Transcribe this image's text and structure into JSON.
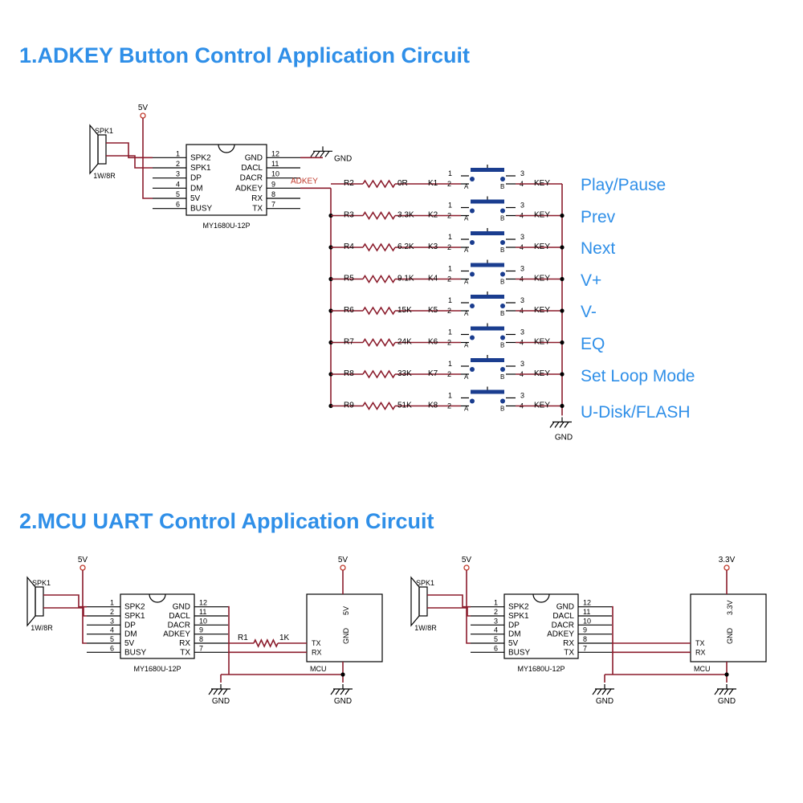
{
  "titles": {
    "section1": "1.ADKEY Button Control Application Circuit",
    "section2": "2.MCU UART Control Application Circuit"
  },
  "chip": {
    "name": "MY1680U-12P",
    "left_pins": [
      {
        "num": "1",
        "label": "SPK2"
      },
      {
        "num": "2",
        "label": "SPK1"
      },
      {
        "num": "3",
        "label": "DP"
      },
      {
        "num": "4",
        "label": "DM"
      },
      {
        "num": "5",
        "label": "5V"
      },
      {
        "num": "6",
        "label": "BUSY"
      }
    ],
    "right_pins": [
      {
        "num": "12",
        "label": "GND"
      },
      {
        "num": "11",
        "label": "DACL"
      },
      {
        "num": "10",
        "label": "DACR"
      },
      {
        "num": "9",
        "label": "ADKEY"
      },
      {
        "num": "8",
        "label": "RX"
      },
      {
        "num": "7",
        "label": "TX"
      }
    ]
  },
  "speaker": {
    "name": "SPK1",
    "rating": "1W/8R"
  },
  "labels": {
    "v5": "5V",
    "v33": "3.3V",
    "gnd": "GND",
    "adkey_net": "ADKEY",
    "key": "KEY",
    "mcu": "MCU",
    "tx": "TX",
    "rx": "RX",
    "r1": "R1",
    "r1_value": "1K",
    "sw_pin1": "1",
    "sw_pin2": "2",
    "sw_pin3": "3",
    "sw_pin4": "4",
    "sw_a": "A",
    "sw_b": "B"
  },
  "keys": [
    {
      "resistor": "R2",
      "value": "0R",
      "switch": "K1",
      "function": "Play/Pause"
    },
    {
      "resistor": "R3",
      "value": "3.3K",
      "switch": "K2",
      "function": "Prev"
    },
    {
      "resistor": "R4",
      "value": "6.2K",
      "switch": "K3",
      "function": "Next"
    },
    {
      "resistor": "R5",
      "value": "9.1K",
      "switch": "K4",
      "function": "V+"
    },
    {
      "resistor": "R6",
      "value": "15K",
      "switch": "K5",
      "function": "V-"
    },
    {
      "resistor": "R7",
      "value": "24K",
      "switch": "K6",
      "function": "EQ"
    },
    {
      "resistor": "R8",
      "value": "33K",
      "switch": "K7",
      "function": "Set Loop Mode"
    },
    {
      "resistor": "R9",
      "value": "51K",
      "switch": "K8",
      "function": "U-Disk/FLASH"
    }
  ]
}
